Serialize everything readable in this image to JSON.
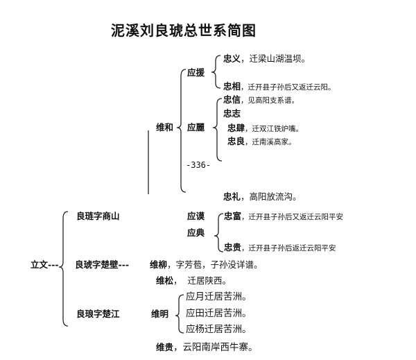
{
  "title": "泥溪刘良琥总世系简图",
  "page_number": "-336-",
  "root": "立文---",
  "sons": [
    "良琏字商山",
    "良琥字楚壁---",
    "良琅字楚江"
  ],
  "weihe": {
    "name": "维和",
    "yingyuan": {
      "name": "应援",
      "children": [
        {
          "name": "忠义",
          "note": "，迁梁山湖温坝。"
        },
        {
          "name": "忠相",
          "note": "，迁开县子孙后又返迁云阳。"
        }
      ]
    },
    "yingli": {
      "name": "应麗",
      "children": [
        {
          "name": "忠信",
          "note": "，见高阳支系谱。"
        },
        {
          "name": "忠志",
          "note": ""
        },
        {
          "name": "忠肆",
          "note": "，迁双江铁炉嘴。"
        },
        {
          "name": "忠良",
          "note": "，迁南溪高家。"
        }
      ]
    },
    "zhongli": {
      "name": "忠礼",
      "note": "，高阳放流沟。"
    }
  },
  "yingmo": "应谟",
  "yingdian": {
    "name": "应典",
    "children": [
      {
        "name": "忠富",
        "note": "，迁开县子孙后又返迁云阳平安"
      },
      {
        "name": "忠贵",
        "note": "，迁开县子孙后返迁云阳平安"
      }
    ]
  },
  "weiliu": {
    "name": "维柳",
    "note": "，字芳苞，子孙没详谱。"
  },
  "weisong": {
    "name": "维松",
    "note": "，  迁居陕西。"
  },
  "weiming": {
    "name": "维明",
    "children": [
      "应月迁居苦洲。",
      "应田迁居苦洲。",
      "应杨迁居苦洲。"
    ]
  },
  "weigui": {
    "name": "维贵",
    "note": "，云阳南岸西牛寨。"
  }
}
